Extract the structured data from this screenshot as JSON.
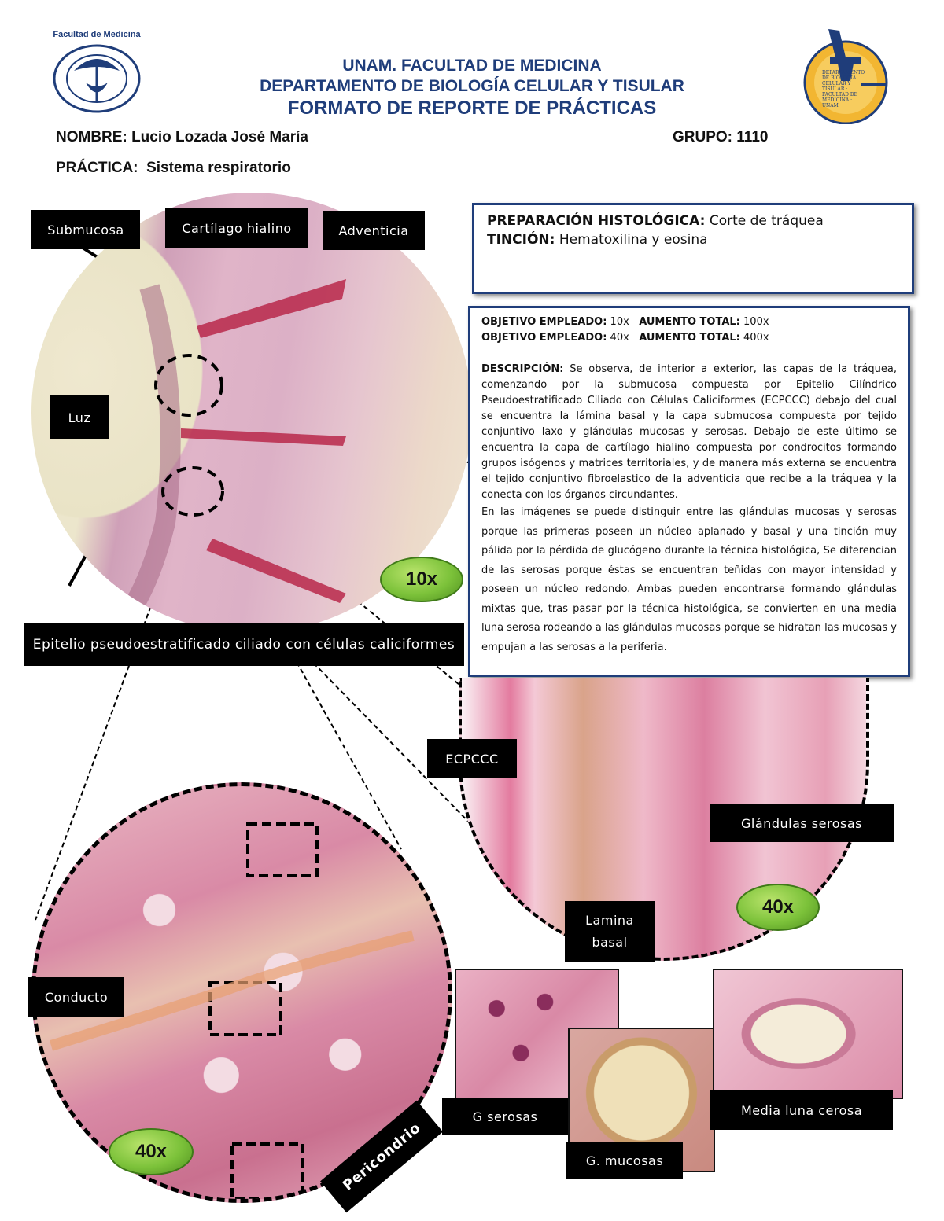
{
  "header": {
    "line1": "UNAM. FACULTAD DE MEDICINA",
    "line2": "DEPARTAMENTO DE BIOLOGÍA CELULAR Y TISULAR",
    "line3": "FORMATO DE REPORTE DE PRÁCTICAS",
    "left_logo_text": "Facultad de Medicina",
    "right_logo_text": "DEPARTAMENTO DE BIOLOGÍA CELULAR Y TISULAR · FACULTAD DE MEDICINA · UNAM"
  },
  "student": {
    "name_label": "NOMBRE:",
    "name_value": "Lucio Lozada José María",
    "group_label": "GRUPO:",
    "group_value": "1110",
    "practice_label": "PRÁCTICA:",
    "practice_value": "Sistema respiratorio"
  },
  "prep_box": {
    "prep_label": "PREPARACIÓN HISTOLÓGICA:",
    "prep_value": "Corte de tráquea",
    "stain_label": "TINCIÓN:",
    "stain_value": "Hematoxilina y eosina"
  },
  "desc_box": {
    "obj1_label": "OBJETIVO EMPLEADO:",
    "obj1_value": "10x",
    "total1_label": "AUMENTO TOTAL:",
    "total1_value": "100x",
    "obj2_label": "OBJETIVO EMPLEADO:",
    "obj2_value": "40x",
    "total2_label": "AUMENTO TOTAL:",
    "total2_value": "400x",
    "desc_label": "DESCRIPCIÓN:",
    "desc_p1": "Se observa, de interior a exterior, las capas de la tráquea, comenzando por la submucosa compuesta por Epitelio Cilíndrico Pseudoestratificado Ciliado con Células Caliciformes (ECPCCC) debajo del cual se encuentra la lámina basal y la capa submucosa compuesta por tejido conjuntivo laxo y glándulas mucosas y serosas. Debajo de este último se encuentra la capa de cartílago hialino compuesta por condrocitos formando grupos isógenos y matrices territoriales, y de manera más externa se encuentra el tejido conjuntivo fibroelastico de la adventicia que recibe a la tráquea y la conecta con los órganos circundantes.",
    "desc_p2": "En las imágenes se puede distinguir entre las glándulas mucosas y serosas porque las primeras poseen un núcleo aplanado y basal y una tinción muy pálida por la pérdida de glucógeno durante la técnica histológica, Se diferencian de las serosas porque éstas se encuentran teñidas con mayor intensidad y poseen un núcleo redondo. Ambas pueden encontrarse formando glándulas mixtas que, tras pasar por la técnica histológica, se convierten en una media luna serosa rodeando a las glándulas mucosas porque se hidratan las mucosas y empujan a las serosas a la periferia."
  },
  "labels": {
    "submucosa": "Submucosa",
    "cartilago": "Cartílago hialino",
    "adventicia": "Adventicia",
    "luz": "Luz",
    "epitelio": "Epitelio pseudoestratificado ciliado con células caliciformes",
    "ecpccc": "ECPCCC",
    "glandulas_serosas": "Glándulas serosas",
    "lamina_basal_1": "Lamina",
    "lamina_basal_2": "basal",
    "conducto": "Conducto",
    "pericondrio": "Pericondrio",
    "g_serosas": "G serosas",
    "g_mucosas": "G. mucosas",
    "media_luna": "Media luna cerosa"
  },
  "magnifications": {
    "top": "10x",
    "right": "40x",
    "bottom": "40x"
  },
  "colors": {
    "header_blue": "#1f3d7a",
    "label_bg": "#000000",
    "mag_green": "#7cc23a",
    "tissue_pink": "#d98aa6"
  }
}
